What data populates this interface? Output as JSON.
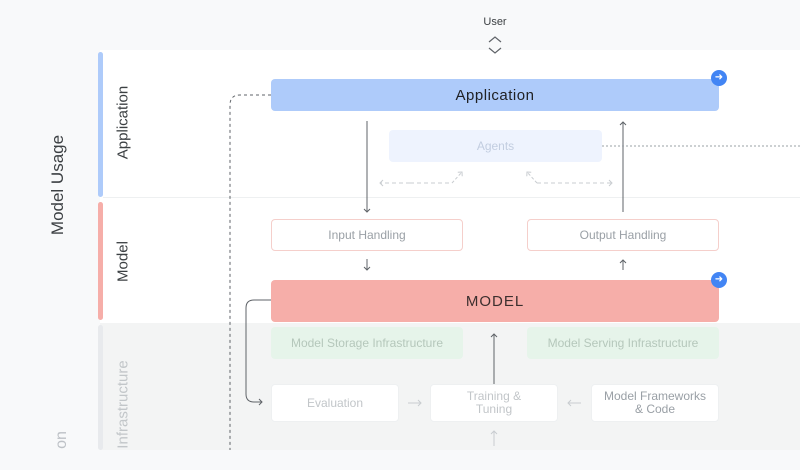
{
  "user": {
    "label": "User"
  },
  "side": {
    "title": "Model Usage",
    "bottom_fragment": "on"
  },
  "lanes": {
    "application": "Application",
    "model": "Model",
    "infrastructure": "Infrastructure"
  },
  "application_bar": {
    "label": "Application"
  },
  "agents": {
    "label": "Agents"
  },
  "input_handling": {
    "label": "Input Handling"
  },
  "output_handling": {
    "label": "Output Handling"
  },
  "model_bar": {
    "label": "MODEL"
  },
  "storage": {
    "label": "Model Storage Infrastructure"
  },
  "serving": {
    "label": "Model Serving Infrastructure"
  },
  "evaluation": {
    "label": "Evaluation"
  },
  "training": {
    "label": "Training &\nTuning"
  },
  "frameworks": {
    "label": "Model Frameworks\n& Code"
  },
  "colors": {
    "application": "#aecbfa",
    "model": "#f6aea9",
    "infra_box": "#e6f4ea",
    "accent": "#4285f4"
  },
  "icons": [
    "expand-arrow-icon",
    "collapse-chevrons-icon"
  ]
}
